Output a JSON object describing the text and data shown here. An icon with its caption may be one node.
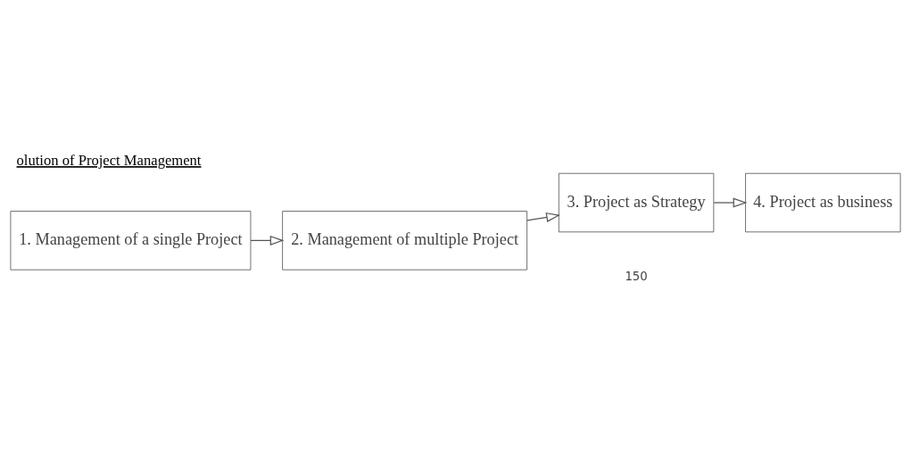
{
  "diagram": {
    "title": "olution of Project Management",
    "nodes": [
      {
        "text": [
          "1. Management of a single Project"
        ]
      },
      {
        "text": [
          "2. Management of multiple Project"
        ]
      },
      {
        "text": [
          "3. Project as Strategy"
        ]
      },
      {
        "text": [
          "4. Project as business"
        ]
      }
    ],
    "edges": [
      {
        "from": 0,
        "to": 1,
        "arrow": "to"
      },
      {
        "from": 1,
        "to": 2,
        "arrow": "to"
      },
      {
        "from": 2,
        "to": 3,
        "arrow": "to"
      }
    ],
    "labels": [
      "150"
    ]
  }
}
